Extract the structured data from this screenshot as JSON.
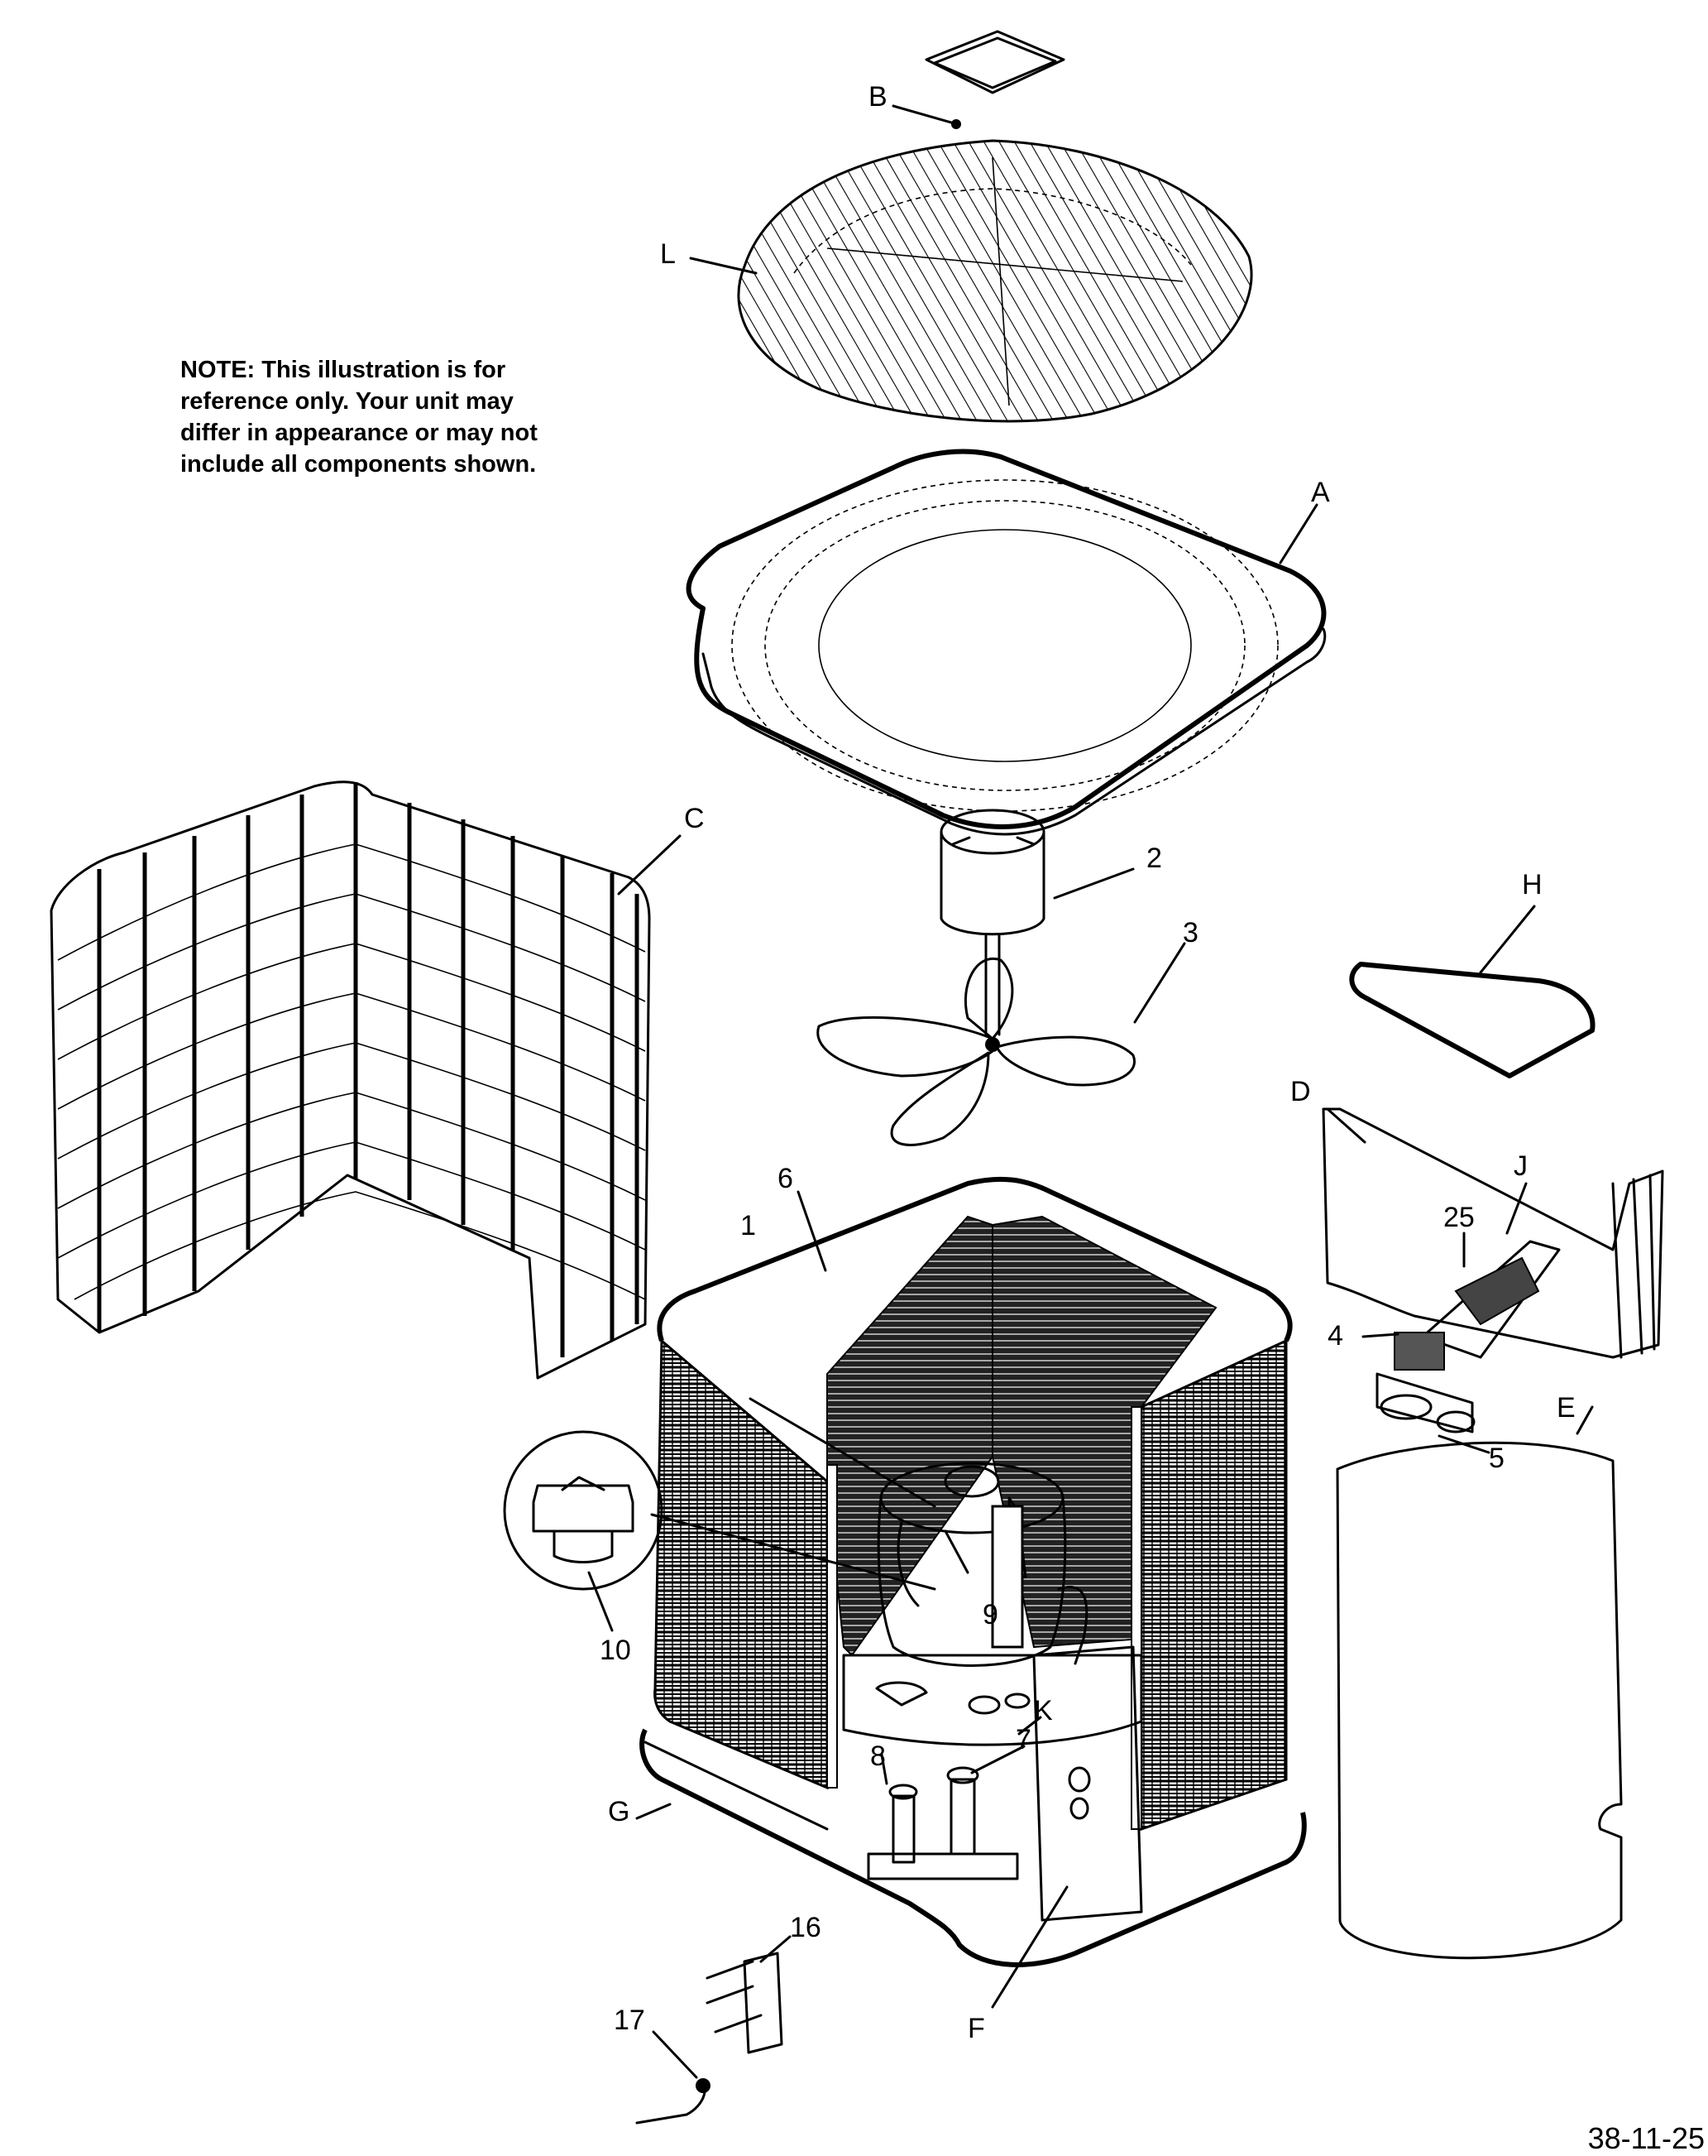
{
  "note": {
    "lines": [
      "NOTE:      This illustration is for",
      "reference only.    Your unit may",
      "differ in appearance or may not",
      "include all components shown."
    ]
  },
  "document_id": "38-11-25",
  "callouts": {
    "B": "B",
    "L": "L",
    "A": "A",
    "C": "C",
    "H": "H",
    "D": "D",
    "J": "J",
    "E": "E",
    "F": "F",
    "G": "G",
    "K": "K",
    "n1": "1",
    "n2": "2",
    "n3": "3",
    "n4": "4",
    "n5": "5",
    "n6": "6",
    "n7": "7",
    "n8": "8",
    "n9": "9",
    "n10": "10",
    "n16": "16",
    "n17": "17",
    "n25": "25"
  }
}
